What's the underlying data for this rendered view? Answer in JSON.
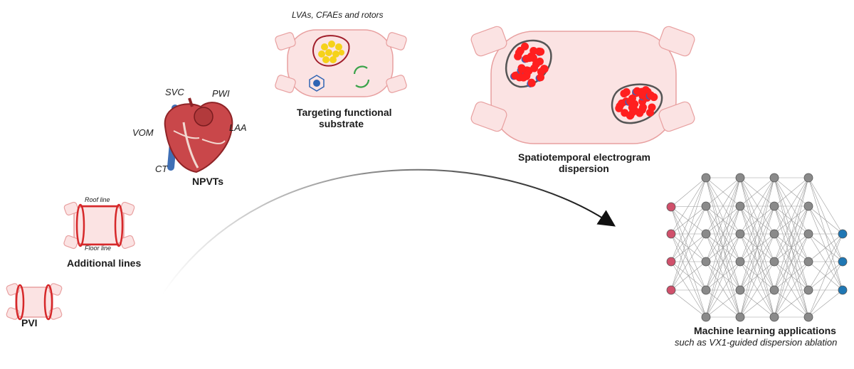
{
  "stages": {
    "pvi": {
      "label": "PVI"
    },
    "lines": {
      "label": "Additional lines",
      "roof": "Roof line",
      "floor": "Floor line"
    },
    "npvts": {
      "label": "NPVTs",
      "svc": "SVC",
      "pwi": "PWI",
      "vom": "VOM",
      "laa": "LAA",
      "ct": "CT"
    },
    "functional": {
      "caption": "LVAs, CFAEs and rotors",
      "label_line1": "Targeting functional",
      "label_line2": "substrate"
    },
    "dispersion": {
      "label_line1": "Spatiotemporal electrogram",
      "label_line2": "dispersion"
    },
    "ml": {
      "label": "Machine learning applications",
      "sublabel": "such as VX1-guided dispersion ablation"
    }
  },
  "colors": {
    "ablation_red": "#d6282a",
    "atrium_fill": "#fbe3e3",
    "atrium_stroke": "#e8a0a0",
    "input_node": "#d0506b",
    "hidden_node": "#8a8a8a",
    "output_node": "#1f77b4",
    "lipid_yellow": "#f5d21a",
    "rotor_green": "#3aa34a"
  }
}
